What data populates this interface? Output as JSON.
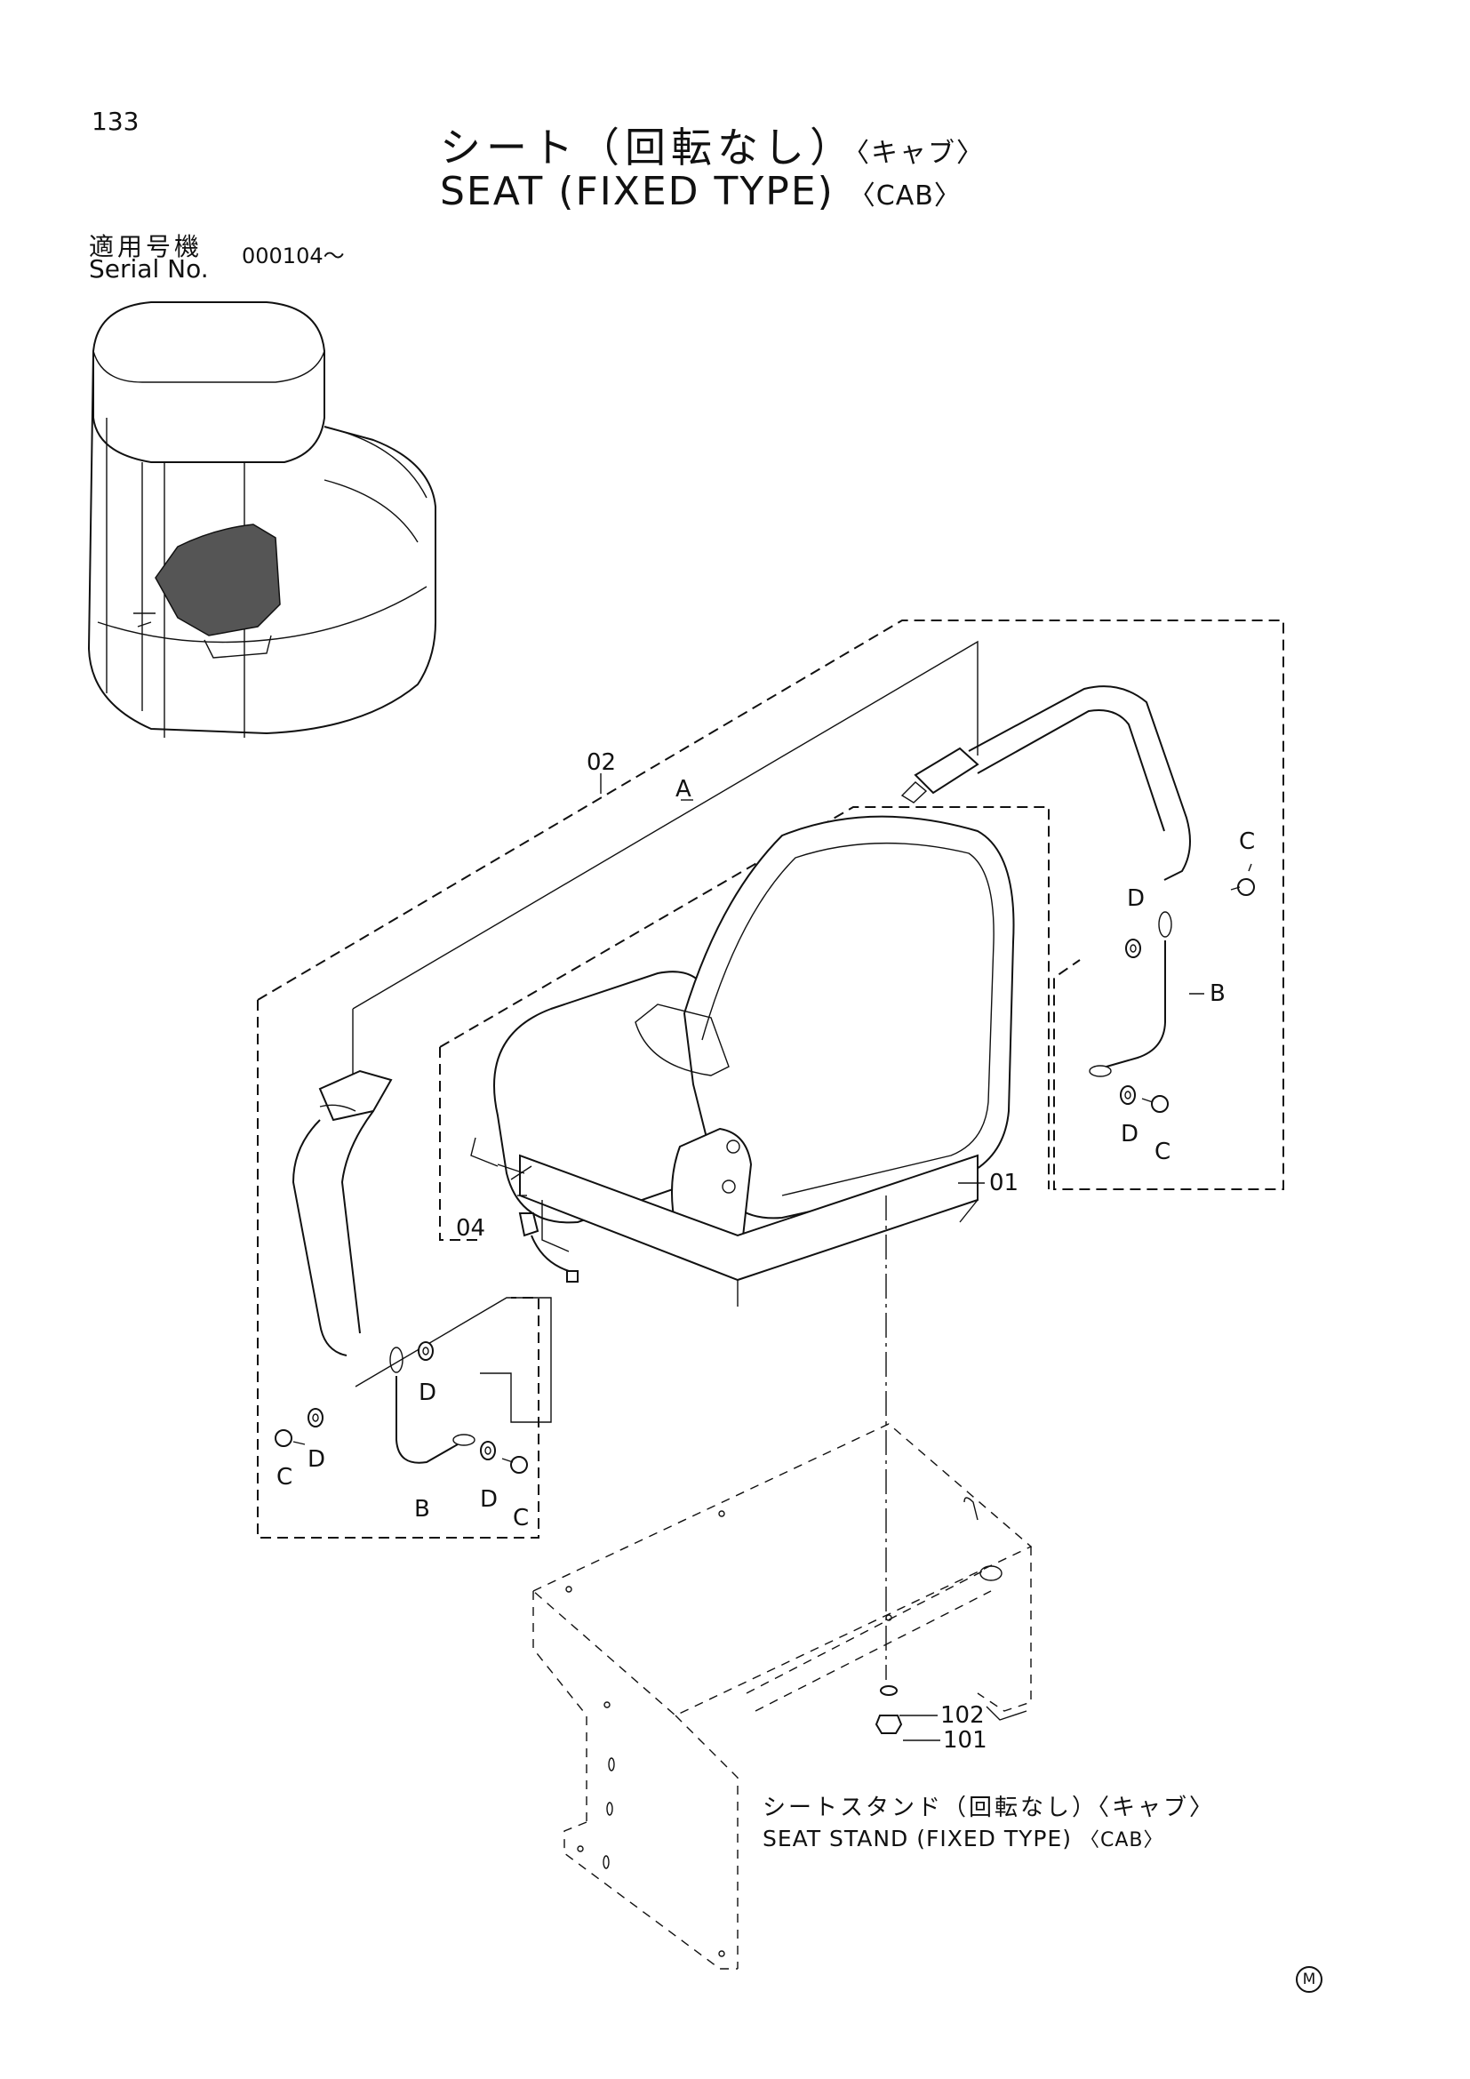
{
  "page_number": "133",
  "title": {
    "jp": "シート（回転なし）",
    "jp_tag": "〈キャブ〉",
    "en": "SEAT (FIXED TYPE)",
    "en_tag": "〈CAB〉"
  },
  "serial": {
    "label_jp": "適用号機",
    "label_en": "Serial No.",
    "value": "000104～"
  },
  "callouts": {
    "c01": "01",
    "c02": "02",
    "c04": "04",
    "c101": "101",
    "c102": "102",
    "A": "A",
    "B_right": "B",
    "B_left": "B",
    "C_right_top": "C",
    "C_right_bottom": "C",
    "C_left_1": "C",
    "C_left_2": "C",
    "D_right_top": "D",
    "D_right_bottom": "D",
    "D_left_1": "D",
    "D_left_2": "D",
    "D_left_3": "D"
  },
  "seat_stand": {
    "jp": "シートスタンド（回転なし）〈キャブ〉",
    "en": "SEAT STAND (FIXED TYPE)",
    "en_tag": "〈CAB〉"
  },
  "mark": "M"
}
